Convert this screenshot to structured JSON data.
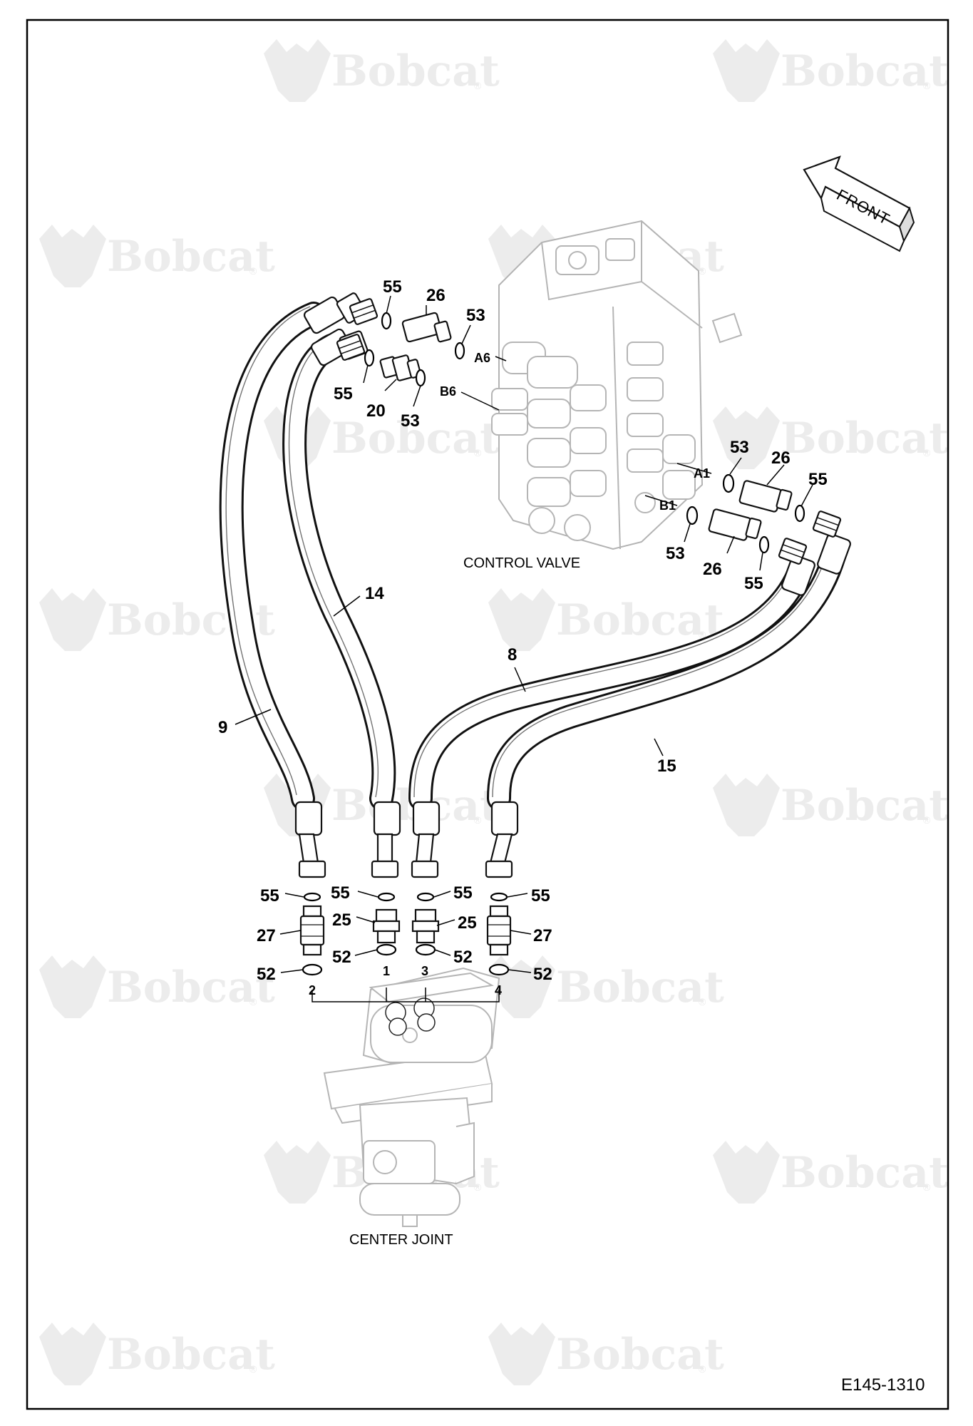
{
  "watermark": {
    "text": "Bobcat",
    "registered": "®"
  },
  "front_marker": {
    "label": "FRONT"
  },
  "assemblies": {
    "control_valve": "CONTROL VALVE",
    "center_joint": "CENTER JOINT"
  },
  "drawing_id": "E145-1310",
  "ports": {
    "a6": "A6",
    "b6": "B6",
    "a1": "A1",
    "b1": "B1",
    "p1": "1",
    "p2": "2",
    "p3": "3",
    "p4": "4"
  },
  "callouts": {
    "c55_top": "55",
    "c26_top": "26",
    "c53_top": "53",
    "c55_left": "55",
    "c20": "20",
    "c53_b6": "53",
    "c53_a1": "53",
    "c26_a1": "26",
    "c55_a1": "55",
    "c53_b1": "53",
    "c26_b1": "26",
    "c55_b1": "55",
    "c14": "14",
    "c8": "8",
    "c9": "9",
    "c15": "15",
    "c55_p2": "55",
    "c55_p1": "55",
    "c55_p3": "55",
    "c55_p4": "55",
    "c25_p1": "25",
    "c25_p3": "25",
    "c27_p2": "27",
    "c27_p4": "27",
    "c52_p1": "52",
    "c52_p3": "52",
    "c52_p2": "52",
    "c52_p4": "52"
  }
}
